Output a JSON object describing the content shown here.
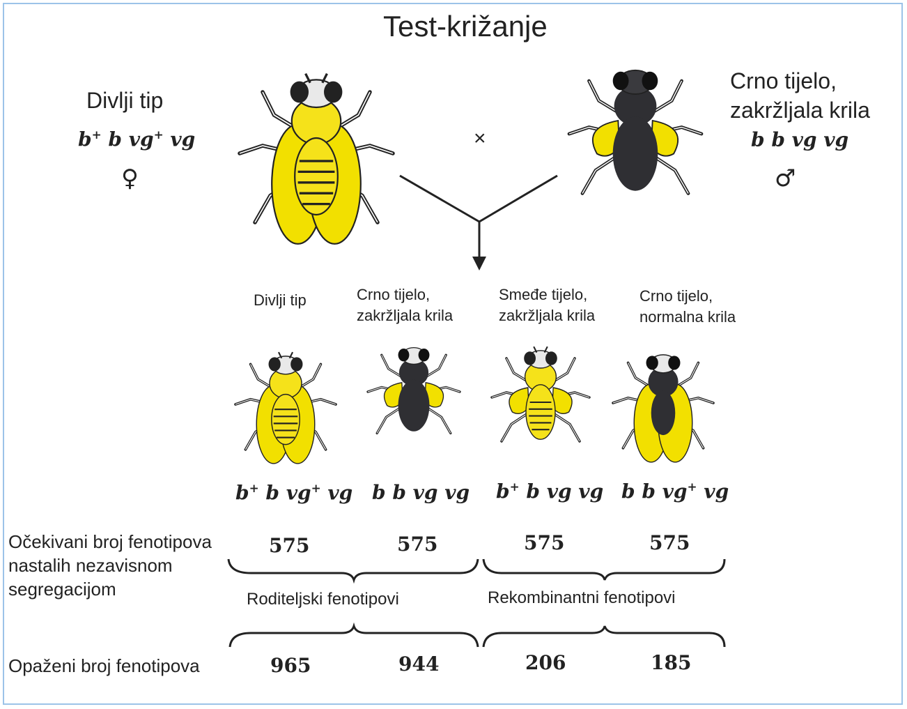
{
  "title": "Test-križanje",
  "parents": {
    "female": {
      "label": "Divlji tip",
      "genotype": {
        "a": "b",
        "a_sup": "+",
        "b": " b vg",
        "b_sup": "+",
        "c": " vg"
      },
      "sex_symbol": "♀"
    },
    "cross_symbol": "×",
    "male": {
      "label_line1": "Crno tijelo,",
      "label_line2": "zakržljala krila",
      "genotype": "b b vg vg",
      "sex_symbol": "♂"
    }
  },
  "offspring": [
    {
      "label_line1": "Divlji tip",
      "label_line2": "",
      "genotype": {
        "a": "b",
        "a_sup": "+",
        "b": " b vg",
        "b_sup": "+",
        "c": " vg"
      },
      "expected": "575",
      "observed": "965"
    },
    {
      "label_line1": "Crno tijelo,",
      "label_line2": "zakržljala krila",
      "genotype": {
        "a": "b b vg vg",
        "a_sup": "",
        "b": "",
        "b_sup": "",
        "c": ""
      },
      "expected": "575",
      "observed": "944"
    },
    {
      "label_line1": "Smeđe tijelo,",
      "label_line2": "zakržljala krila",
      "genotype": {
        "a": "b",
        "a_sup": "+",
        "b": " b vg vg",
        "b_sup": "",
        "c": ""
      },
      "expected": "575",
      "observed": "206"
    },
    {
      "label_line1": "Crno tijelo,",
      "label_line2": "normalna krila",
      "genotype": {
        "a": "b b vg",
        "a_sup": "+",
        "b": " vg",
        "b_sup": "",
        "c": ""
      },
      "expected": "575",
      "observed": "185"
    }
  ],
  "rows": {
    "expected_line1": "Očekivani broj fenotipova",
    "expected_line2": "nastalih nezavisnom",
    "expected_line3": "segregacijom",
    "observed": "Opaženi broj fenotipova"
  },
  "groups": {
    "parental": "Roditeljski fenotipovi",
    "recombinant": "Rekombinantni fenotipovi"
  },
  "colors": {
    "wing_yellow": "#f2e000",
    "body_yellow": "#f5e21a",
    "dark_body": "#2f2f33",
    "frame": "#9cc3e8"
  }
}
